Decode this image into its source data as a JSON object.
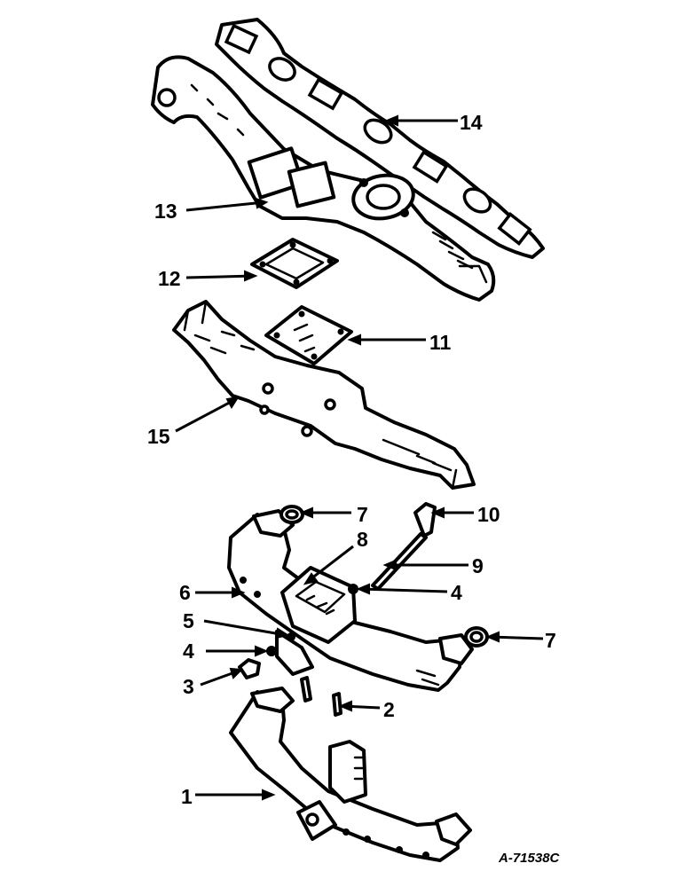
{
  "diagram": {
    "figure_code": "A-71538C",
    "callouts": [
      {
        "id": "c1",
        "number": "1"
      },
      {
        "id": "c2",
        "number": "2"
      },
      {
        "id": "c3",
        "number": "3"
      },
      {
        "id": "c4a",
        "number": "4"
      },
      {
        "id": "c4b",
        "number": "4"
      },
      {
        "id": "c5",
        "number": "5"
      },
      {
        "id": "c6",
        "number": "6"
      },
      {
        "id": "c7a",
        "number": "7"
      },
      {
        "id": "c7b",
        "number": "7"
      },
      {
        "id": "c8",
        "number": "8"
      },
      {
        "id": "c9",
        "number": "9"
      },
      {
        "id": "c10",
        "number": "10"
      },
      {
        "id": "c11",
        "number": "11"
      },
      {
        "id": "c12",
        "number": "12"
      },
      {
        "id": "c13",
        "number": "13"
      },
      {
        "id": "c14",
        "number": "14"
      },
      {
        "id": "c15",
        "number": "15"
      }
    ]
  }
}
